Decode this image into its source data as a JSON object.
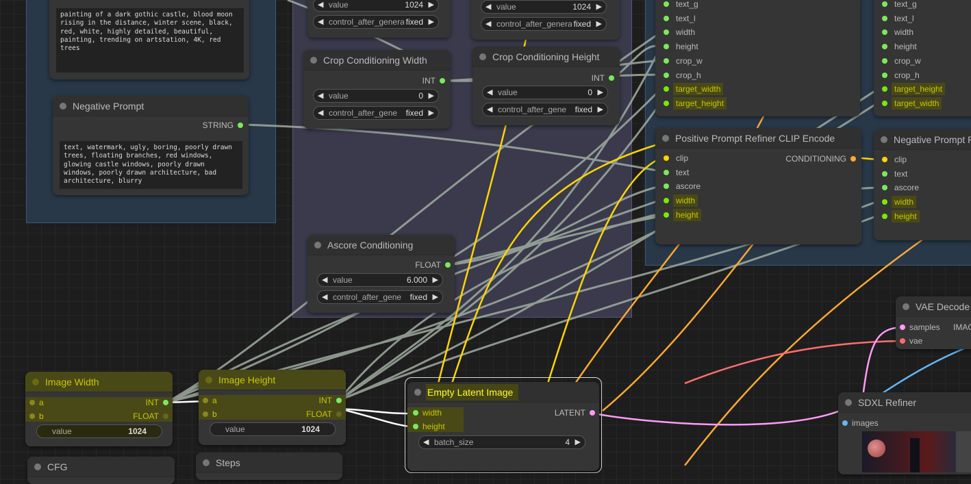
{
  "colors": {
    "int": "#7ce85c",
    "clip": "#ffd500",
    "conditioning": "#ffa931",
    "latent": "#ff9cf9",
    "vae": "#ff6e6e",
    "image": "#64b5f6",
    "wire": "#a0aca0",
    "highlight": "#5a5a00"
  },
  "positive_prompt": {
    "text": "painting of a dark gothic castle, blood moon rising in the distance, winter scene, black, red, white, highly detailed, beautiful, painting, trending on artstation, 4K, red trees"
  },
  "negative_prompt": {
    "title": "Negative Prompt",
    "output": "STRING",
    "text": "text, watermark, ugly, boring, poorly drawn trees, floating branches, red windows, glowing castle windows, poorly drawn windows, poorly drawn architecture, bad architecture, blurry"
  },
  "width_node": {
    "value_label": "value",
    "value": "1024",
    "control_label": "control_after_generate",
    "control_value": "fixed"
  },
  "height_node": {
    "value_label": "value",
    "value": "1024",
    "control_label": "control_after_generate",
    "control_value": "fixed"
  },
  "crop_width": {
    "title": "Crop Conditioning Width",
    "output": "INT",
    "value_label": "value",
    "value": "0",
    "control_label": "control_after_generate",
    "control_value": "fixed"
  },
  "crop_height": {
    "title": "Crop Conditioning Height",
    "output": "INT",
    "value_label": "value",
    "value": "0",
    "control_label": "control_after_generate",
    "control_value": "fixed"
  },
  "ascore": {
    "title": "Ascore Conditioning",
    "output": "FLOAT",
    "value_label": "value",
    "value": "6.000",
    "control_label": "control_after_generate",
    "control_value": "fixed"
  },
  "clip_pos": {
    "inputs": [
      "text_g",
      "text_l",
      "width",
      "height",
      "crop_w",
      "crop_h",
      "target_width",
      "target_height"
    ]
  },
  "clip_neg": {
    "inputs": [
      "text_g",
      "text_l",
      "width",
      "height",
      "crop_w",
      "crop_h",
      "target_height",
      "target_width"
    ]
  },
  "refiner_pos": {
    "title": "Positive Prompt Refiner CLIP Encode",
    "output": "CONDITIONING",
    "inputs": [
      "clip",
      "text",
      "ascore",
      "width",
      "height"
    ]
  },
  "refiner_neg": {
    "title": "Negative Prompt R",
    "inputs": [
      "clip",
      "text",
      "ascore",
      "width",
      "height"
    ]
  },
  "vae_decode": {
    "title": "VAE Decode",
    "inputs": [
      "samples",
      "vae"
    ],
    "output": "IMAG"
  },
  "sdxl_refiner": {
    "title": "SDXL Refiner",
    "input": "images"
  },
  "image_width": {
    "title": "Image Width",
    "inputs": [
      "a",
      "b"
    ],
    "outputs": [
      "INT",
      "FLOAT"
    ],
    "value_label": "value",
    "value": "1024"
  },
  "image_height": {
    "title": "Image Height",
    "inputs": [
      "a",
      "b"
    ],
    "outputs": [
      "INT",
      "FLOAT"
    ],
    "value_label": "value",
    "value": "1024"
  },
  "empty_latent": {
    "title": "Empty Latent Image",
    "inputs": [
      "width",
      "height"
    ],
    "output": "LATENT",
    "batch_label": "batch_size",
    "batch_value": "4"
  },
  "cfg": {
    "title": "CFG"
  },
  "steps": {
    "title": "Steps"
  }
}
